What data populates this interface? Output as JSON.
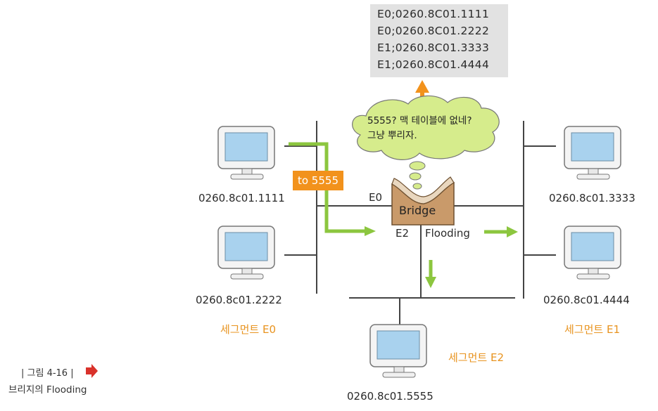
{
  "mac_table": {
    "entries": [
      "E0;0260.8C01.1111",
      "E0;0260.8C01.2222",
      "E1;0260.8C01.3333",
      "E1;0260.8C01.4444"
    ]
  },
  "thought": {
    "line1": "5555? 맥 테이블에 없네?",
    "line2": "그냥 뿌리자."
  },
  "bridge": {
    "label": "Bridge",
    "port_e0": "E0",
    "port_e2": "E2",
    "flooding": "Flooding"
  },
  "frame_badge": "to 5555",
  "hosts": {
    "h1111": "0260.8c01.1111",
    "h2222": "0260.8c01.2222",
    "h3333": "0260.8c01.3333",
    "h4444": "0260.8c01.4444",
    "h5555": "0260.8c01.5555"
  },
  "segments": {
    "e0": "세그먼트 E0",
    "e1": "세그먼트 E1",
    "e2": "세그먼트 E2"
  },
  "caption": {
    "number": "| 그림 4-16 |",
    "title": "브리지의 Flooding"
  },
  "colors": {
    "green_arrow": "#8cc63f",
    "orange_arrow": "#f2921c",
    "bridge_body": "#c99a6a",
    "screen": "#a9d2ee",
    "segment_label": "#e8931e"
  }
}
